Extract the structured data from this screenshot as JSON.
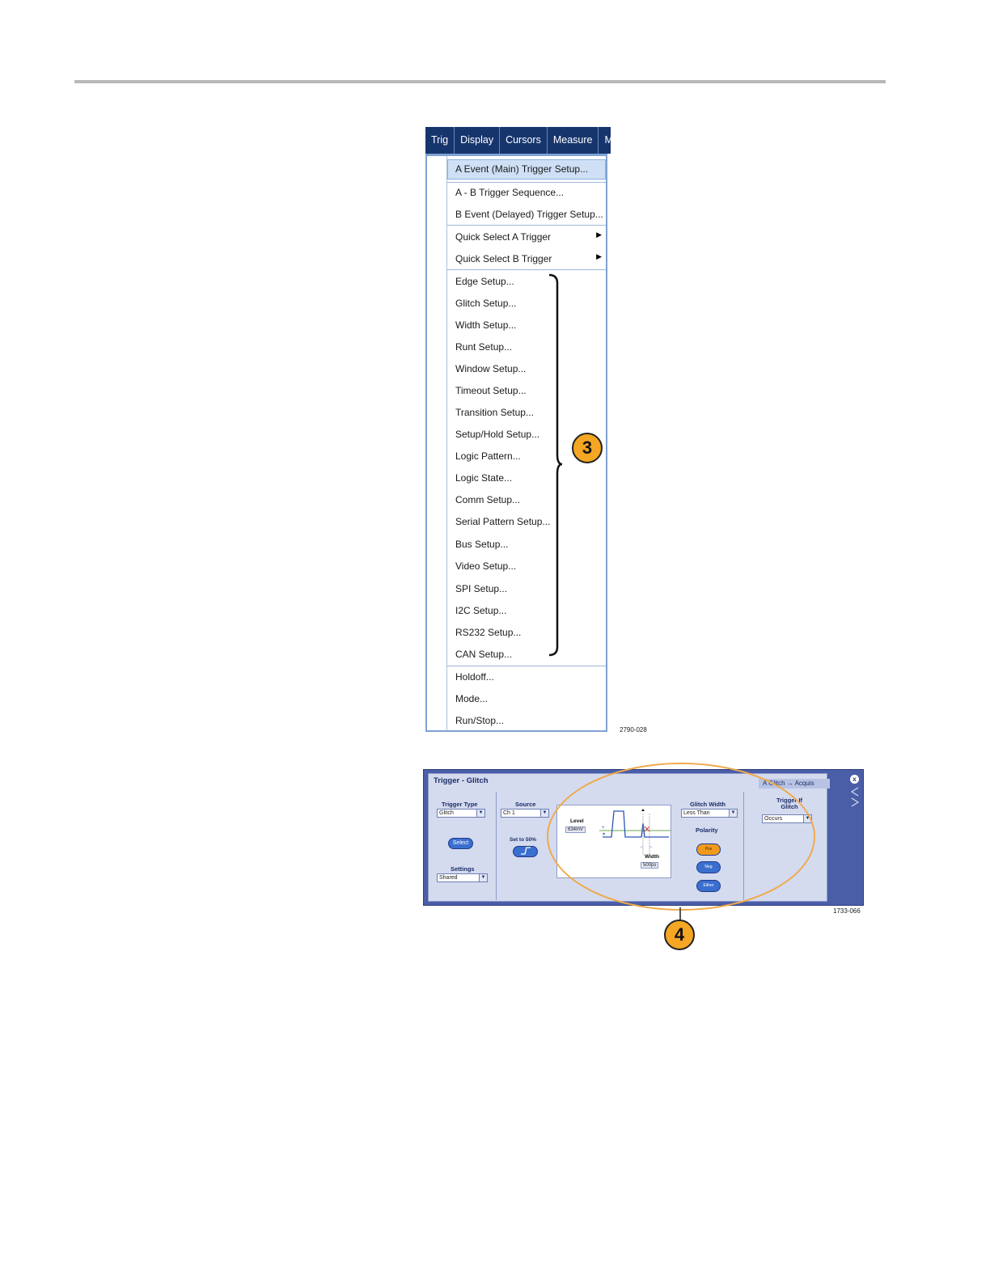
{
  "menubar": {
    "tabs": [
      "Trig",
      "Display",
      "Cursors",
      "Measure",
      "M"
    ]
  },
  "menu": {
    "items": [
      "A Event (Main) Trigger Setup...",
      "A - B Trigger Sequence...",
      "B Event (Delayed) Trigger Setup...",
      "Quick Select A Trigger",
      "Quick Select B Trigger",
      "Edge Setup...",
      "Glitch Setup...",
      "Width Setup...",
      "Runt Setup...",
      "Window Setup...",
      "Timeout Setup...",
      "Transition Setup...",
      "Setup/Hold Setup...",
      "Logic Pattern...",
      "Logic State...",
      "Comm Setup...",
      "Serial Pattern Setup...",
      "Bus Setup...",
      "Video Setup...",
      "SPI Setup...",
      "I2C Setup...",
      "RS232 Setup...",
      "CAN Setup...",
      "Holdoff...",
      "Mode...",
      "Run/Stop..."
    ],
    "figure_id": "2790-028"
  },
  "callouts": {
    "step3": "3",
    "step4": "4"
  },
  "panel": {
    "title": "Trigger - Glitch",
    "crumb": "A Glitch → Acquis",
    "trigger_type_label": "Trigger Type",
    "trigger_type_value": "Glitch",
    "select_button": "Select",
    "settings_label": "Settings",
    "settings_value": "Shared",
    "source_label": "Source",
    "source_value": "Ch 1",
    "set50_label": "Set to 50%",
    "level_label": "Level",
    "level_value": "634mV",
    "width_label": "Width",
    "width_value": "500ps",
    "glitch_width_label": "Glitch Width",
    "glitch_width_value": "Less Than",
    "polarity_label": "Polarity",
    "polarity_pos": "Pos",
    "polarity_neg": "Neg",
    "polarity_either": "Either",
    "trigger_if_label": "Trigger If Glitch",
    "trigger_if_value": "Occurs",
    "figure_id": "1733-066"
  }
}
